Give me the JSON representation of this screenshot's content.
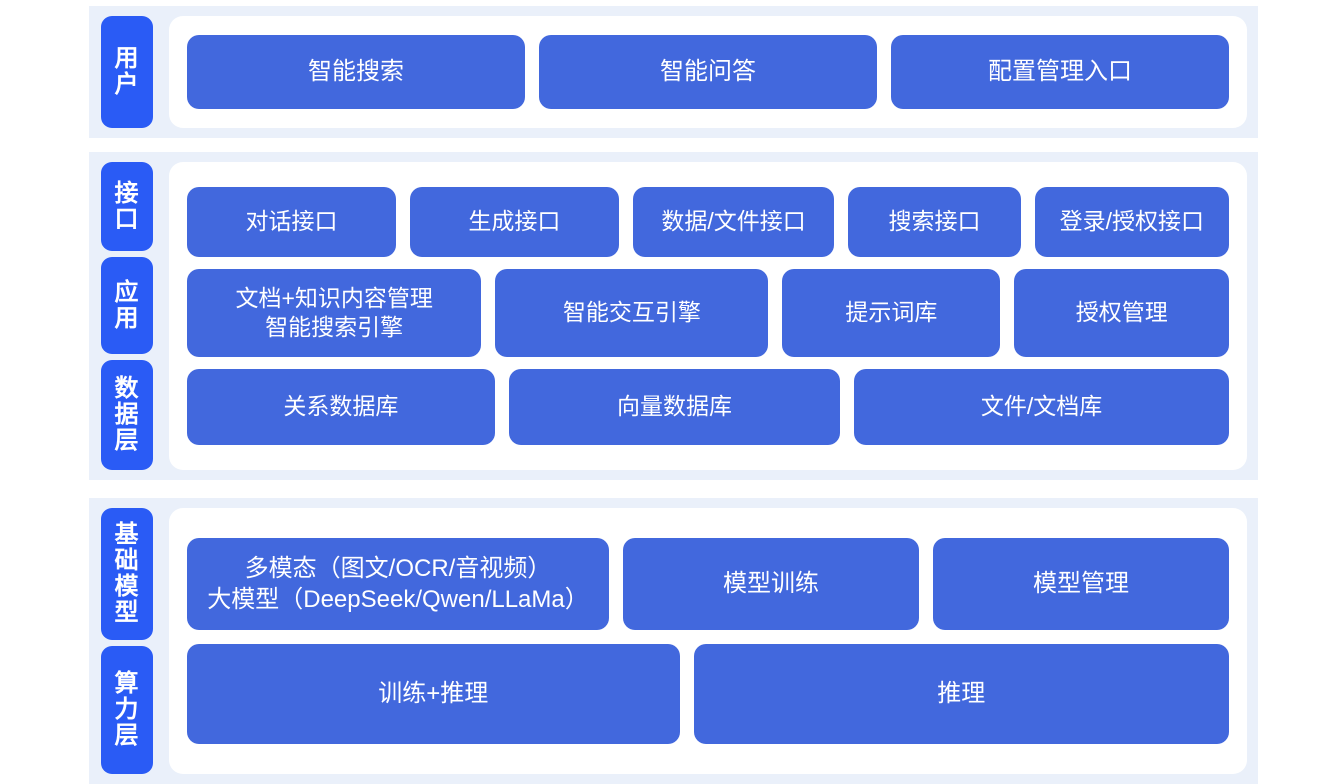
{
  "theme": {
    "page_background": "#ffffff",
    "band_background": "#eaf0fa",
    "card_background": "#ffffff",
    "tab_color": "#2a5bf5",
    "box_color": "#4268dd",
    "text_color": "#ffffff"
  },
  "sections": [
    {
      "id": "user",
      "tabs": [
        {
          "name": "user-tab",
          "label": "用户"
        }
      ],
      "rows": [
        {
          "id": "user-entries",
          "boxes": [
            {
              "name": "box-smart-search",
              "label": "智能搜索"
            },
            {
              "name": "box-smart-qa",
              "label": "智能问答"
            },
            {
              "name": "box-config-management-entry",
              "label": "配置管理入口"
            }
          ]
        }
      ]
    },
    {
      "id": "platform",
      "tabs": [
        {
          "name": "interface-tab",
          "label": "接口"
        },
        {
          "name": "application-tab",
          "label": "应用"
        },
        {
          "name": "data-layer-tab",
          "label": "数据层"
        }
      ],
      "rows": [
        {
          "id": "interface-row",
          "boxes": [
            {
              "name": "box-dialog-api",
              "label": "对话接口",
              "flex": 1.32
            },
            {
              "name": "box-generation-api",
              "label": "生成接口",
              "flex": 1.32
            },
            {
              "name": "box-data-file-api",
              "label": "数据/文件接口",
              "flex": 1.27
            },
            {
              "name": "box-search-api",
              "label": "搜索接口",
              "flex": 1.07
            },
            {
              "name": "box-login-auth-api",
              "label": "登录/授权接口",
              "flex": 1.22
            }
          ]
        },
        {
          "id": "application-row",
          "boxes": [
            {
              "name": "box-doc-knowledge-management",
              "label": "文档+知识内容管理\n智能搜索引擎",
              "flex": 1.57
            },
            {
              "name": "box-smart-interaction-engine",
              "label": "智能交互引擎",
              "flex": 1.45
            },
            {
              "name": "box-prompt-library",
              "label": "提示词库",
              "flex": 1.14
            },
            {
              "name": "box-authorization-management",
              "label": "授权管理",
              "flex": 1.12
            }
          ]
        },
        {
          "id": "data-layer-row",
          "boxes": [
            {
              "name": "box-relational-database",
              "label": "关系数据库",
              "flex": 1.0
            },
            {
              "name": "box-vector-database",
              "label": "向量数据库",
              "flex": 1.08
            },
            {
              "name": "box-file-document-store",
              "label": "文件/文档库",
              "flex": 1.23
            }
          ]
        }
      ]
    },
    {
      "id": "infrastructure",
      "tabs": [
        {
          "name": "foundation-model-tab",
          "label": "基础模型"
        },
        {
          "name": "compute-layer-tab",
          "label": "算力层"
        }
      ],
      "rows": [
        {
          "id": "model-row",
          "boxes": [
            {
              "name": "box-multimodal-large-model",
              "label": "多模态（图文/OCR/音视频）\n大模型（DeepSeek/Qwen/LLaMa）",
              "flex": 1.45
            },
            {
              "name": "box-model-training",
              "label": "模型训练",
              "flex": 1.0
            },
            {
              "name": "box-model-management",
              "label": "模型管理",
              "flex": 1.0
            }
          ]
        },
        {
          "id": "compute-row",
          "boxes": [
            {
              "name": "box-training-inference",
              "label": "训练+推理",
              "flex": 1.0
            },
            {
              "name": "box-inference",
              "label": "推理",
              "flex": 1.09
            }
          ]
        }
      ]
    }
  ]
}
